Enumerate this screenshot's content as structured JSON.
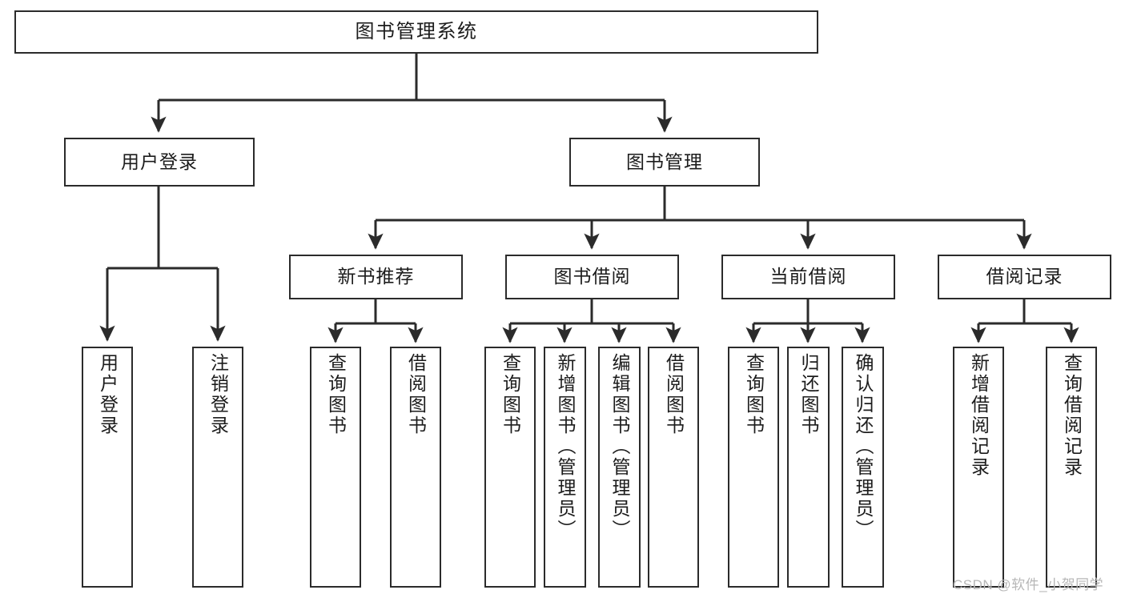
{
  "diagram": {
    "title": "图书管理系统",
    "type": "tree-hierarchy",
    "orientation": "top-down",
    "colors": {
      "box_border": "#2b2b2b",
      "box_fill": "#ffffff",
      "edge": "#2b2b2b",
      "text": "#1c1c1c",
      "watermark": "#b7b7b7",
      "background": "#ffffff"
    }
  },
  "nodes": {
    "root": {
      "label": "图书管理系统"
    },
    "level2": [
      {
        "id": "user-login",
        "label": "用户登录"
      },
      {
        "id": "book-manage",
        "label": "图书管理"
      }
    ],
    "level3": [
      {
        "id": "new-book-rec",
        "label": "新书推荐"
      },
      {
        "id": "book-borrow",
        "label": "图书借阅"
      },
      {
        "id": "current-borrow",
        "label": "当前借阅"
      },
      {
        "id": "borrow-record",
        "label": "借阅记录"
      }
    ],
    "leaves": [
      {
        "id": "leaf-user-login",
        "label": "用户登录",
        "parent": "user-login"
      },
      {
        "id": "leaf-user-logout",
        "label": "注销登录",
        "parent": "user-login"
      },
      {
        "id": "leaf-query-book-1",
        "label": "查询图书",
        "parent": "new-book-rec"
      },
      {
        "id": "leaf-borrow-book-1",
        "label": "借阅图书",
        "parent": "new-book-rec"
      },
      {
        "id": "leaf-query-book-2",
        "label": "查询图书",
        "parent": "book-borrow"
      },
      {
        "id": "leaf-add-book",
        "label": "新增图书（管理员）",
        "parent": "book-borrow"
      },
      {
        "id": "leaf-edit-book",
        "label": "编辑图书（管理员）",
        "parent": "book-borrow"
      },
      {
        "id": "leaf-borrow-book-2",
        "label": "借阅图书",
        "parent": "book-borrow"
      },
      {
        "id": "leaf-query-book-3",
        "label": "查询图书",
        "parent": "current-borrow"
      },
      {
        "id": "leaf-return-book",
        "label": "归还图书",
        "parent": "current-borrow"
      },
      {
        "id": "leaf-confirm-return",
        "label": "确认归还（管理员）",
        "parent": "current-borrow"
      },
      {
        "id": "leaf-add-record",
        "label": "新增借阅记录",
        "parent": "borrow-record"
      },
      {
        "id": "leaf-query-record",
        "label": "查询借阅记录",
        "parent": "borrow-record"
      }
    ]
  },
  "watermark": {
    "text": "CSDN @软件_小贺同学"
  }
}
